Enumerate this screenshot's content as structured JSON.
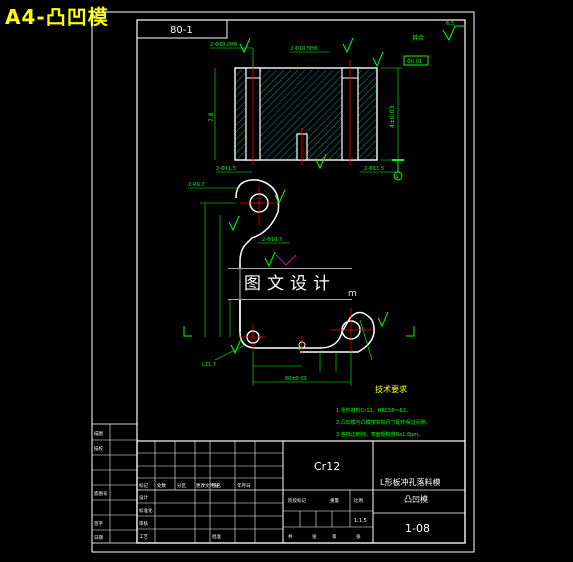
{
  "sheet": {
    "size_label": "A4-凸凹模",
    "drawing_no_box": "80-1",
    "roughness_note": "其余"
  },
  "drawing": {
    "material": "Cr12",
    "part_name_line1": "L形板冲孔落料模",
    "part_name_line2": "凸凹模",
    "drawing_number": "1-08",
    "scale": "1:1.5"
  },
  "tech_requirements": {
    "title": "技术要求",
    "items": [
      "1.零件材料Cr12，HRC58～62。",
      "2.凸凹模与凸模按实际尺寸配作保证间隙。",
      "3.各锐边倒钝，表面粗糙度Ra1.6μm。"
    ]
  },
  "dimensions": {
    "hole_top_left": "2-Φ10.2H8",
    "hole_top_right": "2-Φ10.5H8",
    "hole_right": "2-Φ11.5",
    "hole_left": "2-Φ11.5",
    "tol_box": "Φ0.01",
    "datum_A": "A",
    "arc_top": "2-R9.7",
    "slot": "2-Φ10.7",
    "bottom_left": "L11.7",
    "bottom_width": "80±0.03",
    "bottom_hole": "Φ",
    "side_dim": "7.8",
    "height_dim": "4±0.03"
  },
  "title_block": {
    "left_labels": [
      "标记",
      "处数",
      "分区",
      "更改文件号",
      "签名",
      "年月日"
    ],
    "row_labels": [
      "设计",
      "标准化",
      "审核",
      "工艺",
      "批准"
    ],
    "stage_labels": [
      "阶段标记",
      "重量",
      "比例"
    ],
    "sheet_labels": [
      "共",
      "张",
      "第",
      "张"
    ],
    "side_labels": [
      "描图",
      "描校",
      "底图号",
      "签字",
      "日期"
    ]
  },
  "watermark": {
    "text": "图文设计",
    "tail": "m"
  },
  "colors": {
    "frame": "#ffffff",
    "outline": "#ffffff",
    "dimension": "#00ff00",
    "center": "#ff0000",
    "hatch": "#00ffff",
    "title": "#ffff00",
    "accent": "#ff00ff"
  }
}
